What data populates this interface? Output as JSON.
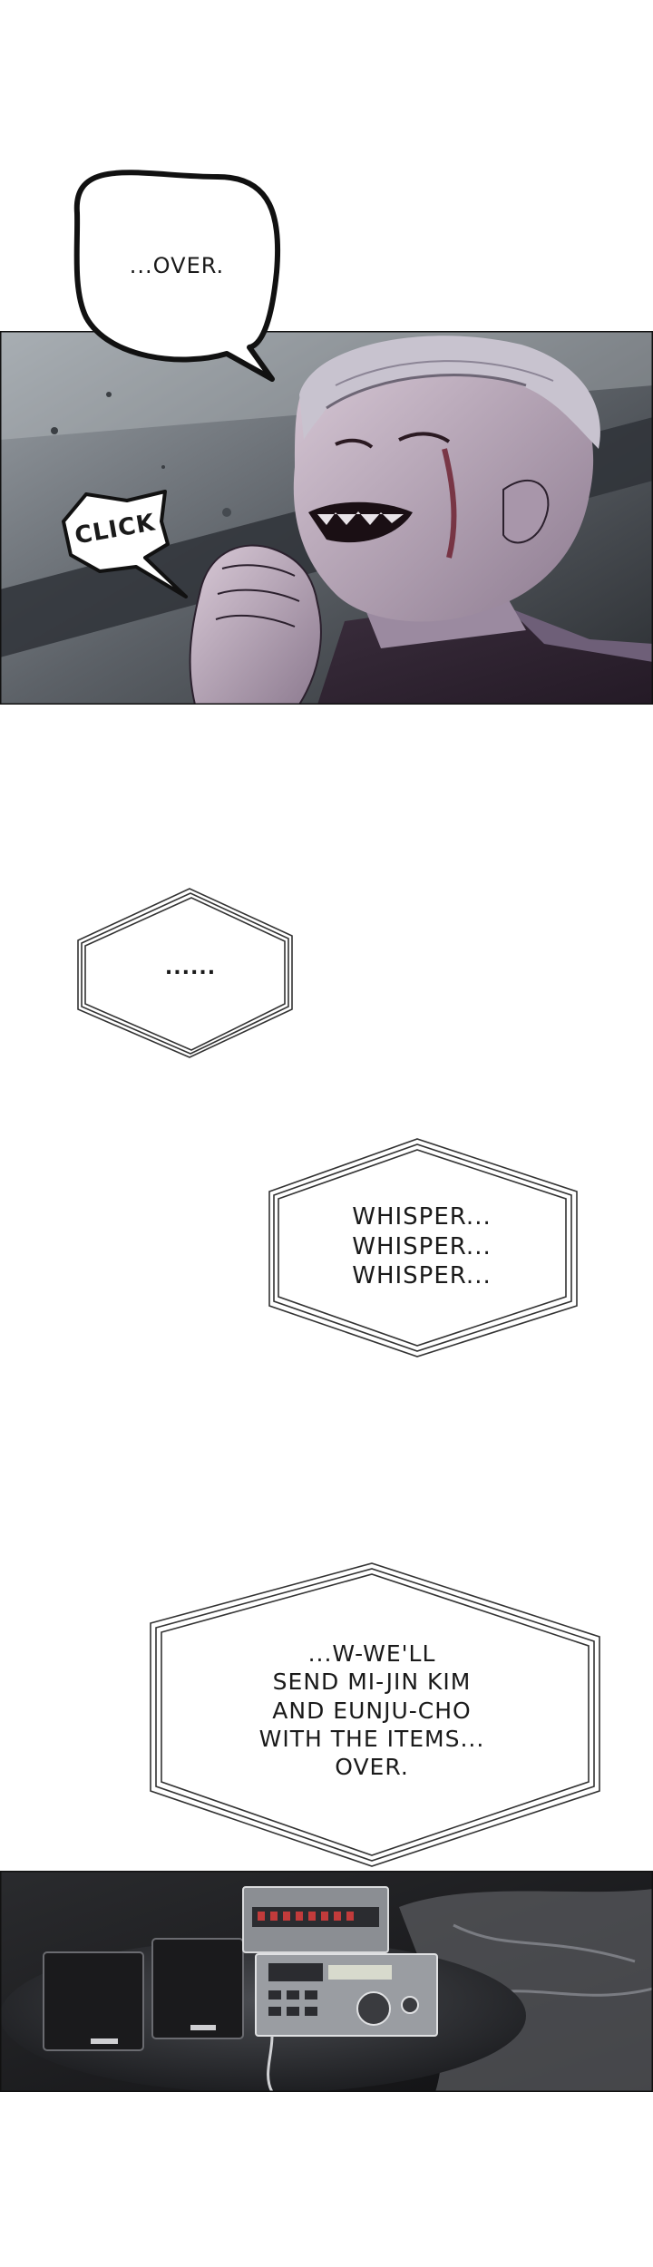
{
  "bubbles": {
    "over": "...OVER.",
    "click": "CLICK",
    "dots": "......",
    "whisper": [
      "WHISPER...",
      "WHISPER...",
      "WHISPER..."
    ],
    "send": [
      "...W-WE'LL",
      "SEND MI-JIN KIM",
      "AND EUNJU-CHO",
      "WITH THE ITEMS...",
      "OVER."
    ]
  },
  "colors": {
    "background": "#ffffff",
    "ink": "#111111",
    "panel1_shadow": "#2e3136",
    "panel1_light": "#b8bcc0",
    "skin": "#c9b9c8",
    "panel2_dark": "#1c1c1e"
  }
}
